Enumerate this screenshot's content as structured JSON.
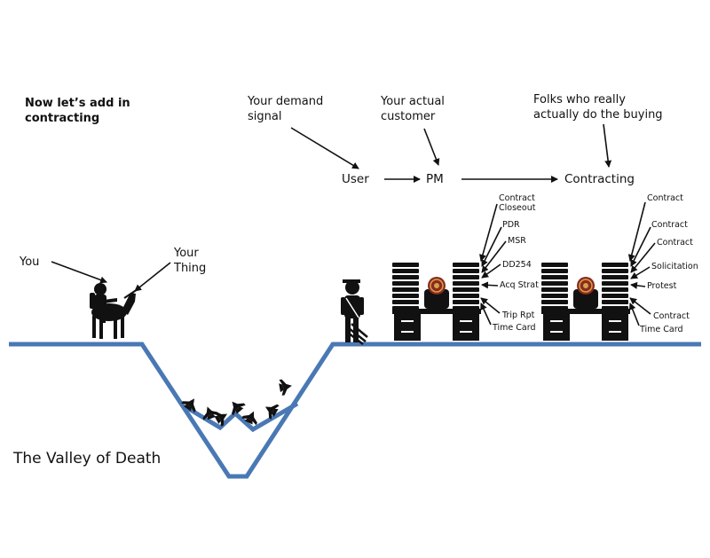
{
  "heading": "Now let’s add in contracting",
  "heading_lines": [
    "Now let’s add in",
    "contracting"
  ],
  "valley_label": "The Valley of Death",
  "you_label": "You",
  "thing_label": [
    "Your",
    "Thing"
  ],
  "annotations": {
    "demand": [
      "Your demand",
      "signal"
    ],
    "customer": [
      "Your actual",
      "customer"
    ],
    "buyers": [
      "Folks who really",
      "actually do the buying"
    ]
  },
  "flow": {
    "user": "User",
    "pm": "PM",
    "contracting": "Contracting"
  },
  "pm_docs": {
    "contract_closeout": [
      "Contract",
      "Closeout"
    ],
    "pdr": "PDR",
    "msr": "MSR",
    "dd254": "DD254",
    "acq_strat": "Acq Strat",
    "trip_rpt": "Trip Rpt",
    "time_card": "Time Card"
  },
  "contracting_docs": {
    "contract_1": "Contract",
    "contract_2": "Contract",
    "contract_3": "Contract",
    "solicitation": "Solicitation",
    "protest": "Protest",
    "contract_4": "Contract",
    "time_card": "Time Card"
  },
  "colors": {
    "ground": "#4a78b5",
    "figure": "#111111",
    "seal": "#8b2a1e",
    "seal_gold": "#d4a24a"
  }
}
